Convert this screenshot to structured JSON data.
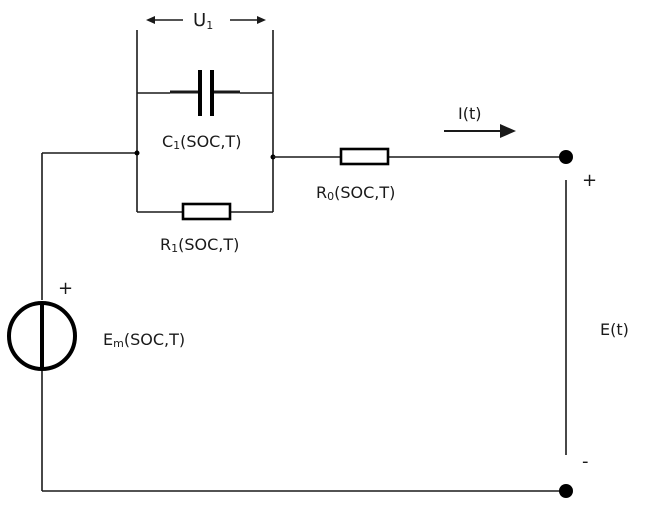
{
  "diagram": {
    "labels": {
      "u1": {
        "main": "U",
        "sub": "1"
      },
      "c1": {
        "main": "C",
        "sub": "1",
        "rest": "(SOC,T)"
      },
      "r1": {
        "main": "R",
        "sub": "1",
        "rest": "(SOC,T)"
      },
      "r0": {
        "main": "R",
        "sub": "0",
        "rest": "(SOC,T)"
      },
      "current": "I(t)",
      "voltage": "E(t)",
      "em": {
        "main": "E",
        "sub": "m",
        "rest": "(SOC,T)"
      },
      "source_plus": "+",
      "terminal_plus": "+",
      "terminal_minus": "-"
    }
  }
}
